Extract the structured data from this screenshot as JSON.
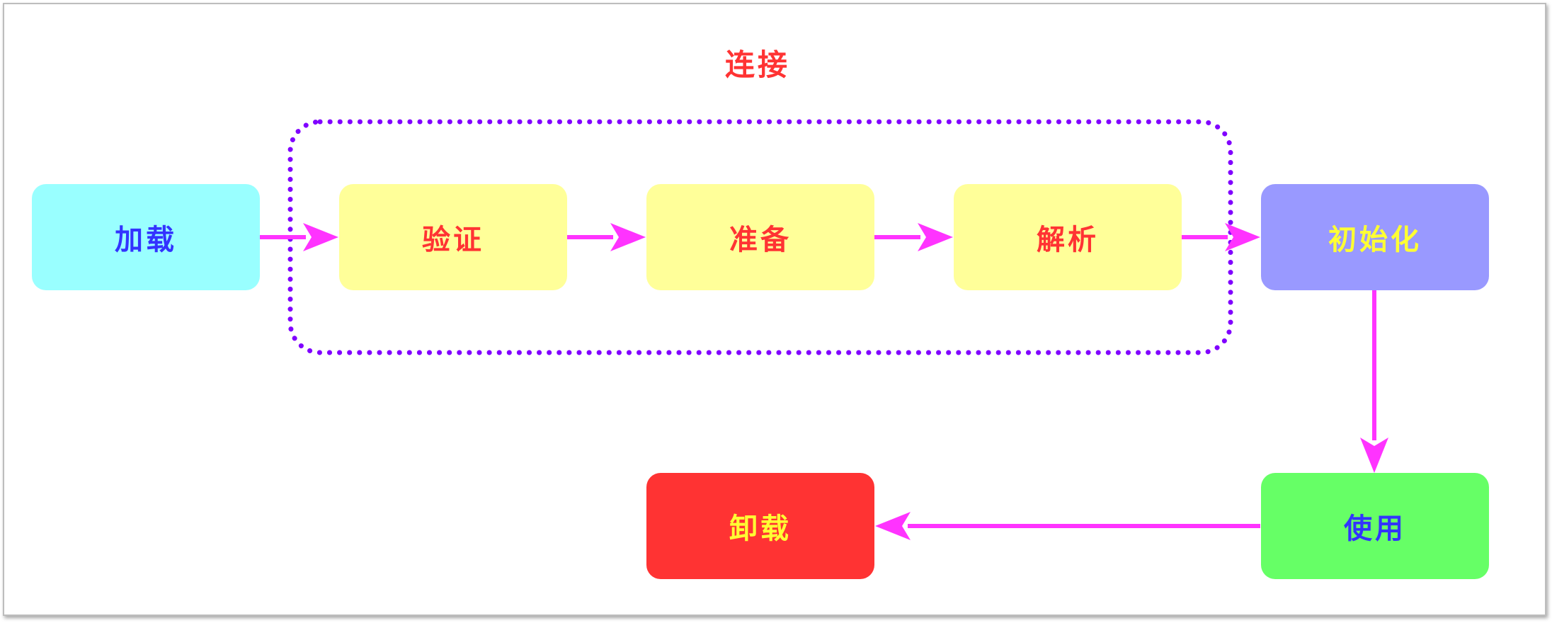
{
  "group": {
    "label": "连接",
    "label_color": "#ff3333",
    "border_color": "#8000ff"
  },
  "arrow_color": "#ff33ff",
  "nodes": {
    "load": {
      "label": "加载",
      "fill": "#99ffff",
      "text_color": "#3333ff"
    },
    "verify": {
      "label": "验证",
      "fill": "#ffff99",
      "text_color": "#ff3333"
    },
    "prepare": {
      "label": "准备",
      "fill": "#ffff99",
      "text_color": "#ff3333"
    },
    "resolve": {
      "label": "解析",
      "fill": "#ffff99",
      "text_color": "#ff3333"
    },
    "initialize": {
      "label": "初始化",
      "fill": "#9999ff",
      "text_color": "#ffff33"
    },
    "use": {
      "label": "使用",
      "fill": "#66ff66",
      "text_color": "#3333ff"
    },
    "unload": {
      "label": "卸载",
      "fill": "#ff3333",
      "text_color": "#ffff33"
    }
  },
  "edges": [
    {
      "from": "load",
      "to": "verify"
    },
    {
      "from": "verify",
      "to": "prepare"
    },
    {
      "from": "prepare",
      "to": "resolve"
    },
    {
      "from": "resolve",
      "to": "initialize"
    },
    {
      "from": "initialize",
      "to": "use"
    },
    {
      "from": "use",
      "to": "unload"
    }
  ]
}
